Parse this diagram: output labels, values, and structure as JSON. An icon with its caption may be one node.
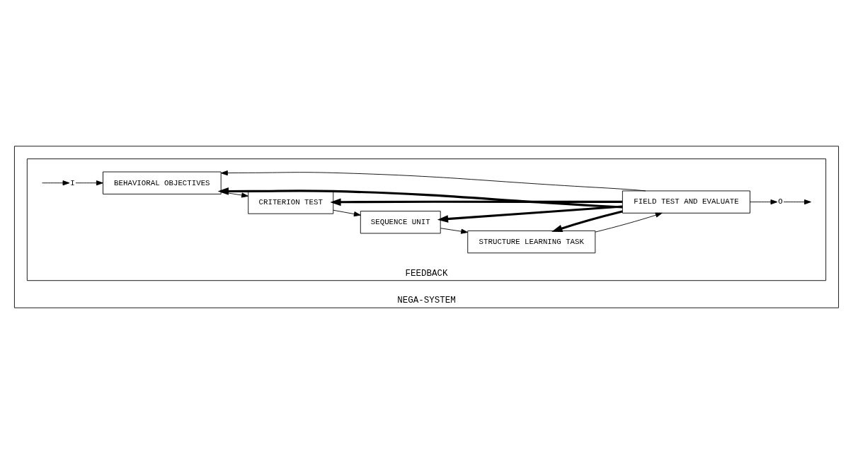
{
  "diagram": {
    "nodes": [
      {
        "text": [
          "NEGA-SYSTEM"
        ]
      },
      {
        "text": [
          "FEEDBACK"
        ],
        "in": 0
      },
      {
        "text": [
          "I"
        ],
        "in": 1
      },
      {
        "text": [
          "BEHAVIORAL OBJECTIVES"
        ],
        "in": 1
      },
      {
        "text": [
          "CRITERION TEST"
        ],
        "in": 1
      },
      {
        "text": [
          "SEQUENCE UNIT"
        ],
        "in": 1
      },
      {
        "text": [
          "STRUCTURE LEARNING TASK"
        ],
        "in": 1
      },
      {
        "text": [
          "FIELD TEST AND EVALUATE"
        ],
        "in": 1
      },
      {
        "text": [
          "O"
        ],
        "in": 1
      }
    ],
    "edges": [
      {
        "from": null,
        "to": 2,
        "arrow": "to"
      },
      {
        "from": 2,
        "to": 3,
        "arrow": "to"
      },
      {
        "from": 3,
        "to": 4,
        "arrow": "to"
      },
      {
        "from": 4,
        "to": 5,
        "arrow": "to"
      },
      {
        "from": 5,
        "to": 6,
        "arrow": "to"
      },
      {
        "from": 6,
        "to": 7,
        "arrow": "to"
      },
      {
        "from": 7,
        "to": 3,
        "arrow": "to",
        "style": "thick"
      },
      {
        "from": 7,
        "to": 4,
        "arrow": "to",
        "style": "thick"
      },
      {
        "from": 7,
        "to": 5,
        "arrow": "to",
        "style": "thick"
      },
      {
        "from": 7,
        "to": 6,
        "arrow": "to",
        "style": "thick"
      },
      {
        "from": 7,
        "to": 8,
        "arrow": "to"
      },
      {
        "from": 7,
        "to": 3,
        "arrow": "to"
      },
      {
        "from": 8,
        "to": null,
        "arrow": "to"
      }
    ]
  }
}
